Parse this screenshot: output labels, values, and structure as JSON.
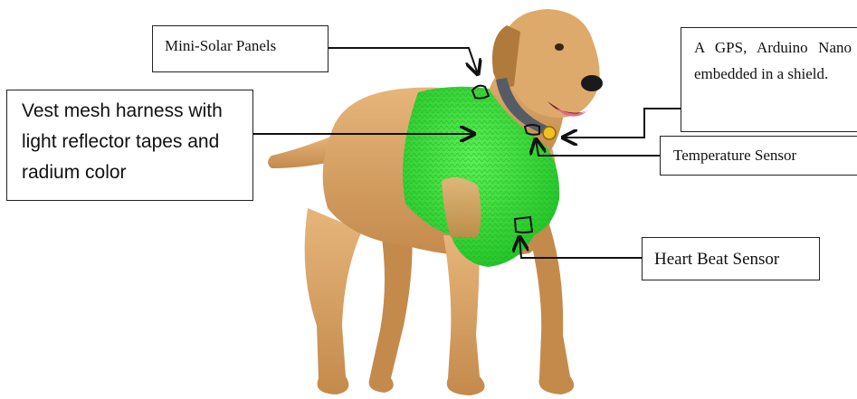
{
  "labels": {
    "solar": "Mini-Solar Panels",
    "vest": "Vest mesh harness with light reflector tapes and radium color",
    "gps": "A GPS, Arduino Nano embedded in a shield.",
    "temperature": "Temperature Sensor",
    "heartbeat": "Heart Beat Sensor"
  },
  "colors": {
    "vest": "#3ee83b",
    "vest_dark": "#22b222",
    "dog_fur": "#d9a66a",
    "dog_shade": "#b07a3c",
    "arrow": "#111111",
    "gps_device": "#f0c020"
  }
}
